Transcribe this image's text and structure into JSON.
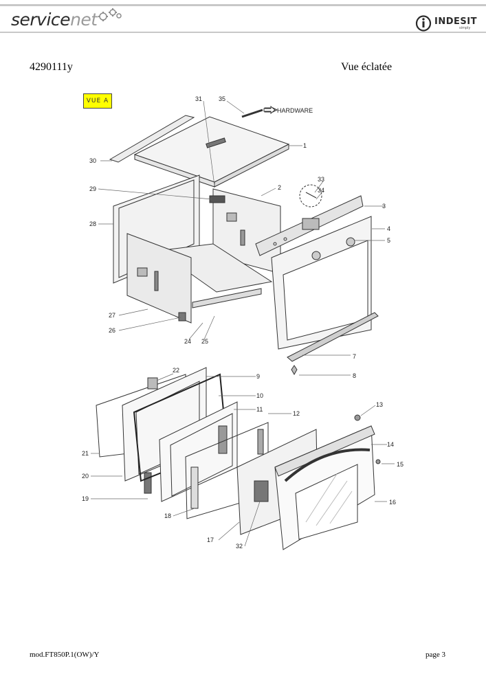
{
  "header": {
    "brand_left_a": "service",
    "brand_left_b": "net",
    "brand_right": "INDESIT",
    "brand_right_sub": "simply"
  },
  "document": {
    "code": "4290111y",
    "title": "Vue éclatée"
  },
  "diagram": {
    "view_label": "VUE A",
    "hardware_label": "HARDWARE",
    "callouts": [
      "31",
      "35",
      "1",
      "30",
      "2",
      "33",
      "34",
      "3",
      "29",
      "28",
      "4",
      "5",
      "27",
      "26",
      "24",
      "25",
      "7",
      "8",
      "22",
      "9",
      "10",
      "11",
      "12",
      "13",
      "14",
      "21",
      "15",
      "20",
      "19",
      "16",
      "18",
      "17",
      "32"
    ]
  },
  "footer": {
    "model": "mod.FT850P.1(OW)/Y",
    "page": "page 3"
  }
}
